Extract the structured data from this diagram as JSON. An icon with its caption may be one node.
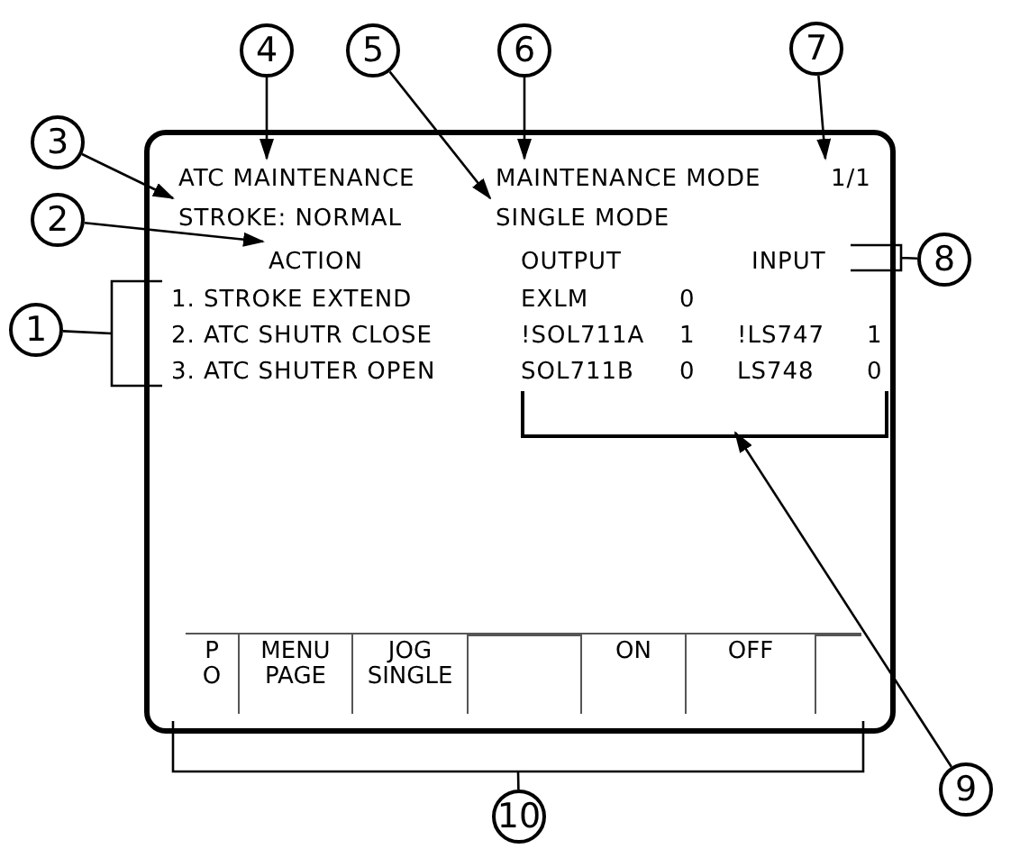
{
  "diagram": {
    "nodes": [
      {
        "text": [],
        "shape": "box"
      },
      {
        "text": [
          "ATC MAINTENANCE"
        ],
        "in": 0
      },
      {
        "text": [
          "MAINTENANCE MODE"
        ],
        "in": 0
      },
      {
        "text": [
          "1/1"
        ],
        "in": 0
      },
      {
        "text": [
          "STROKE: NORMAL"
        ],
        "in": 0
      },
      {
        "text": [
          "SINGLE MODE"
        ],
        "in": 0
      },
      {
        "text": [
          "ACTION"
        ],
        "in": 0
      },
      {
        "text": [
          "OUTPUT"
        ],
        "in": 0
      },
      {
        "text": [
          "INPUT"
        ],
        "in": 0
      },
      {
        "text": [
          "1. STROKE EXTEND",
          "2. ATC SHUTR CLOSE",
          "3. ATC SHUTER OPEN"
        ],
        "in": 0
      },
      {
        "text": [
          "EXLM",
          "0",
          "!SOL711A",
          "1",
          "!LS747",
          "1",
          "SOL711B",
          "0",
          "LS748",
          "0"
        ],
        "in": 0
      },
      {
        "text": [],
        "shape": "bar",
        "in": 0
      },
      {
        "text": [
          "P O"
        ],
        "in": 11
      },
      {
        "text": [
          "MENU PAGE"
        ],
        "in": 11
      },
      {
        "text": [
          "JOG SINGLE"
        ],
        "in": 11
      },
      {
        "text": [],
        "shape": "box",
        "in": 11
      },
      {
        "text": [
          "ON"
        ],
        "in": 11
      },
      {
        "text": [
          "OFF"
        ],
        "in": 11
      },
      {
        "text": [],
        "shape": "box",
        "in": 11
      },
      {
        "text": [
          "1"
        ]
      },
      {
        "text": [
          "2"
        ]
      },
      {
        "text": [
          "3"
        ]
      },
      {
        "text": [
          "4"
        ]
      },
      {
        "text": [
          "5"
        ]
      },
      {
        "text": [
          "6"
        ]
      },
      {
        "text": [
          "7"
        ]
      },
      {
        "text": [
          "8"
        ]
      },
      {
        "text": [
          "9"
        ]
      },
      {
        "text": [
          "10"
        ]
      }
    ],
    "edges": [
      {
        "from": 19,
        "to": 9,
        "arrow": "none"
      },
      {
        "from": 20,
        "to": 6,
        "arrow": "to"
      },
      {
        "from": 21,
        "to": 4,
        "arrow": "to"
      },
      {
        "from": 22,
        "to": 1,
        "arrow": "to"
      },
      {
        "from": 23,
        "to": 5,
        "arrow": "to"
      },
      {
        "from": 24,
        "to": 2,
        "arrow": "to"
      },
      {
        "from": 25,
        "to": 3,
        "arrow": "to"
      },
      {
        "from": 26,
        "to": 8,
        "arrow": "none"
      },
      {
        "from": 27,
        "to": 10,
        "arrow": "to"
      },
      {
        "from": 28,
        "to": 11,
        "arrow": "none"
      }
    ]
  }
}
